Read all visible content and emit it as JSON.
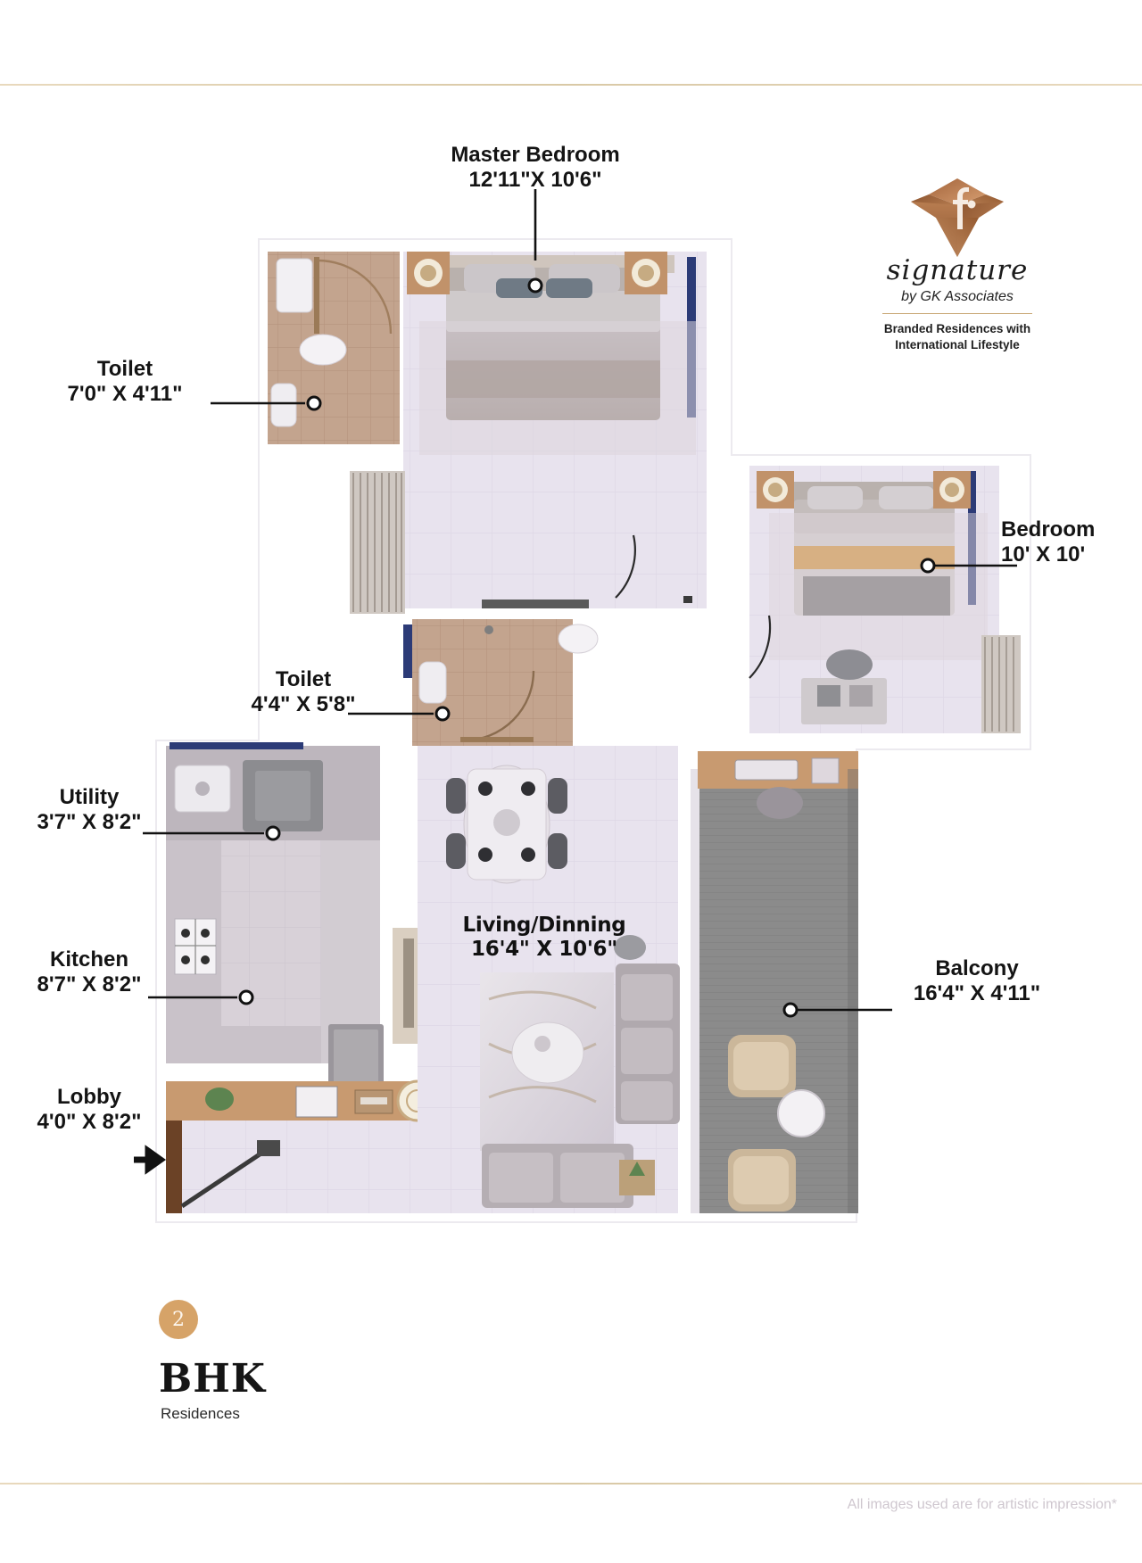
{
  "brand": {
    "monogram": "f·",
    "script_word": "signature",
    "by_line": "by GK Associates",
    "tagline_line1": "Branded Residences with",
    "tagline_line2": "International Lifestyle",
    "gem_color_light": "#c8895c",
    "gem_color_dark": "#8a5330",
    "divider_color": "#c9a877"
  },
  "plan": {
    "unit_type_number": "2",
    "unit_type": "BHK",
    "unit_type_sub": "Residences",
    "footnote": "All images used are for artistic impression*",
    "entry_arrow": "entrance-arrow"
  },
  "rooms": [
    {
      "key": "master_bedroom",
      "name": "Master Bedroom",
      "dims": "12'11\"X 10'6\""
    },
    {
      "key": "toilet_master",
      "name": "Toilet",
      "dims": "7'0\" X 4'11\""
    },
    {
      "key": "bedroom",
      "name": "Bedroom",
      "dims": "10' X 10'"
    },
    {
      "key": "toilet_common",
      "name": "Toilet",
      "dims": "4'4\" X 5'8\""
    },
    {
      "key": "utility",
      "name": "Utility",
      "dims": "3'7\" X 8'2\""
    },
    {
      "key": "kitchen",
      "name": "Kitchen",
      "dims": "8'7\" X 8'2\""
    },
    {
      "key": "lobby",
      "name": "Lobby",
      "dims": "4'0\" X 8'2\""
    },
    {
      "key": "living_dining",
      "name": "Living/Dinning",
      "dims": "16'4\" X 10'6\""
    },
    {
      "key": "balcony",
      "name": "Balcony",
      "dims": "16'4\" X 4'11\""
    }
  ],
  "colors": {
    "floor": "#e7e2ec",
    "wall": "#ffffff",
    "tile_toilet": "#c2a18d",
    "wood_floor": "#7d7d7d",
    "accent_rule": "#d9c9a6",
    "badge": "#d6a368",
    "window_blue": "#2c3b77",
    "text": "#141414"
  }
}
